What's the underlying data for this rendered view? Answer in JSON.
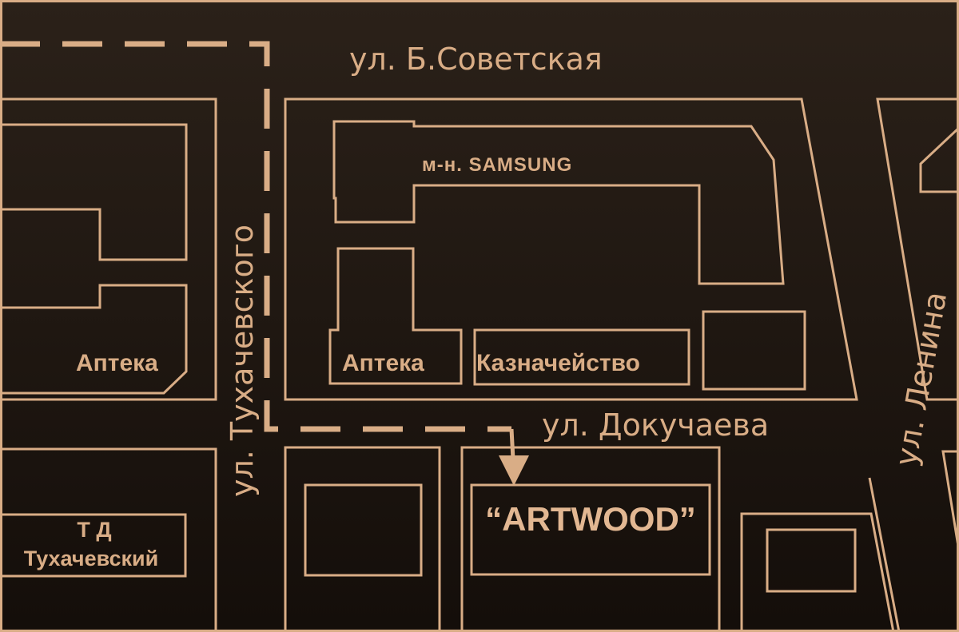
{
  "streets": {
    "b_sovetskaya": "ул. Б.Советская",
    "dokuchaeva": "ул. Докучаева",
    "tukhachevskogo": "ул. Тухачевского",
    "lenina": "ул. Ленина"
  },
  "places": {
    "samsung_store": "м-н. SAMSUNG",
    "pharmacy_left": "Аптека",
    "pharmacy_center": "Аптека",
    "treasury": "Казначейство",
    "td_line1": "Т Д",
    "td_line2": "Тухачевский",
    "destination": "“ARTWOOD”"
  },
  "colors": {
    "line": "#d9ad86",
    "background_top": "#2b2119",
    "background_bottom": "#140e0a"
  }
}
